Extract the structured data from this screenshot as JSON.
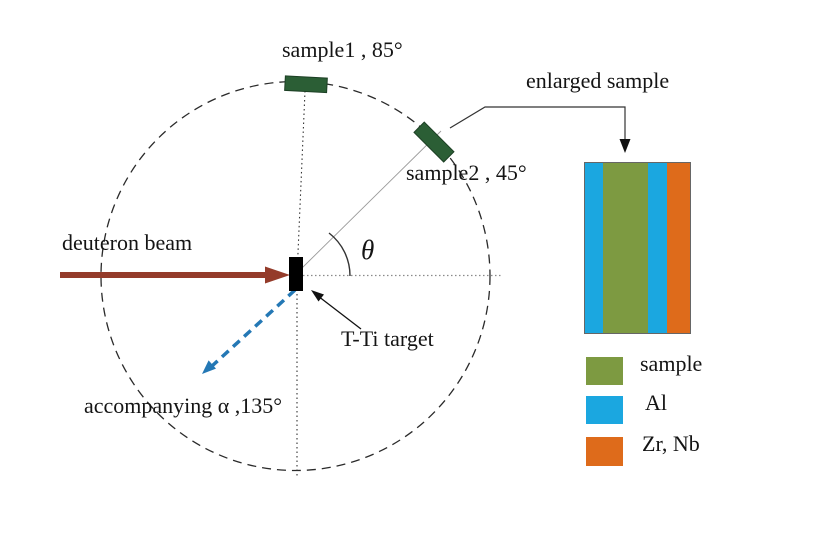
{
  "figure": {
    "labels": {
      "sample1": "sample1 , 85°",
      "sample2": "sample2 , 45°",
      "enlarged_sample": "enlarged sample",
      "deuteron_beam": "deuteron beam",
      "theta": "θ",
      "t_ti_target": "T-Ti target",
      "accompanying_alpha": "accompanying α ,135°"
    },
    "legend": {
      "items": [
        {
          "label": "sample",
          "color": "#7d9a41"
        },
        {
          "label": "Al",
          "color": "#1ba7e0"
        },
        {
          "label": "Zr, Nb",
          "color": "#de6b1b"
        }
      ]
    },
    "colors": {
      "sample_chip_green": "#2b5e35",
      "layer_sample_green": "#7d9a41",
      "layer_al_blue": "#1ba7e0",
      "layer_zr_nb_orange": "#de6b1b",
      "beam_arrow_red": "#943b2a",
      "alpha_arrow_blue": "#2478b5"
    }
  }
}
